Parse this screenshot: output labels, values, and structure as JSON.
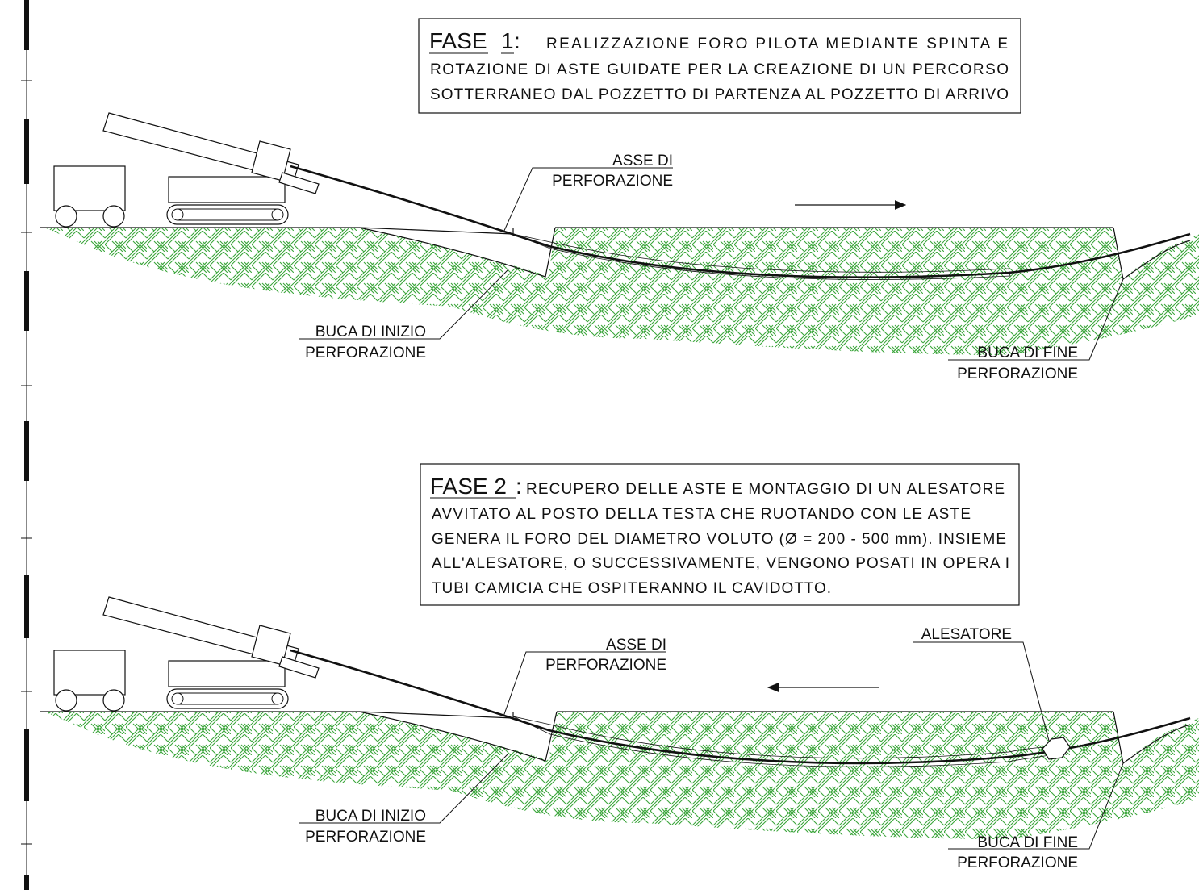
{
  "colors": {
    "ground_hatch": "#3aa53a",
    "line": "#111111",
    "background": "#ffffff"
  },
  "icons": [
    "drilling-rig-icon",
    "generator-cart-icon",
    "direction-arrow-right-icon",
    "direction-arrow-left-icon",
    "reamer-icon"
  ],
  "phase1": {
    "title_word": "FASE",
    "title_num": "1",
    "title_colon": ":",
    "lines": [
      "REALIZZAZIONE FORO PILOTA MEDIANTE SPINTA E",
      "ROTAZIONE DI ASTE GUIDATE PER LA CREAZIONE DI UN PERCORSO",
      "SOTTERRANEO DAL POZZETTO DI PARTENZA AL POZZETTO DI ARRIVO"
    ],
    "label_axis_1": "ASSE DI",
    "label_axis_2": "PERFORAZIONE",
    "label_start_1": "BUCA DI INIZIO",
    "label_start_2": "PERFORAZIONE",
    "label_end_1": "BUCA DI FINE",
    "label_end_2": "PERFORAZIONE",
    "arrow_direction": "right"
  },
  "phase2": {
    "title_word": "FASE 2",
    "title_colon": ":",
    "lines": [
      "RECUPERO DELLE ASTE E MONTAGGIO DI UN ALESATORE",
      "AVVITATO AL POSTO DELLA TESTA CHE RUOTANDO CON LE ASTE",
      "GENERA IL FORO DEL DIAMETRO VOLUTO (Ø = 200 - 500 mm). INSIEME",
      "ALL'ALESATORE, O SUCCESSIVAMENTE, VENGONO POSATI IN OPERA I",
      "TUBI CAMICIA CHE OSPITERANNO IL CAVIDOTTO."
    ],
    "label_axis_1": "ASSE DI",
    "label_axis_2": "PERFORAZIONE",
    "label_reamer": "ALESATORE",
    "label_start_1": "BUCA DI INIZIO",
    "label_start_2": "PERFORAZIONE",
    "label_end_1": "BUCA DI FINE",
    "label_end_2": "PERFORAZIONE",
    "arrow_direction": "left"
  }
}
